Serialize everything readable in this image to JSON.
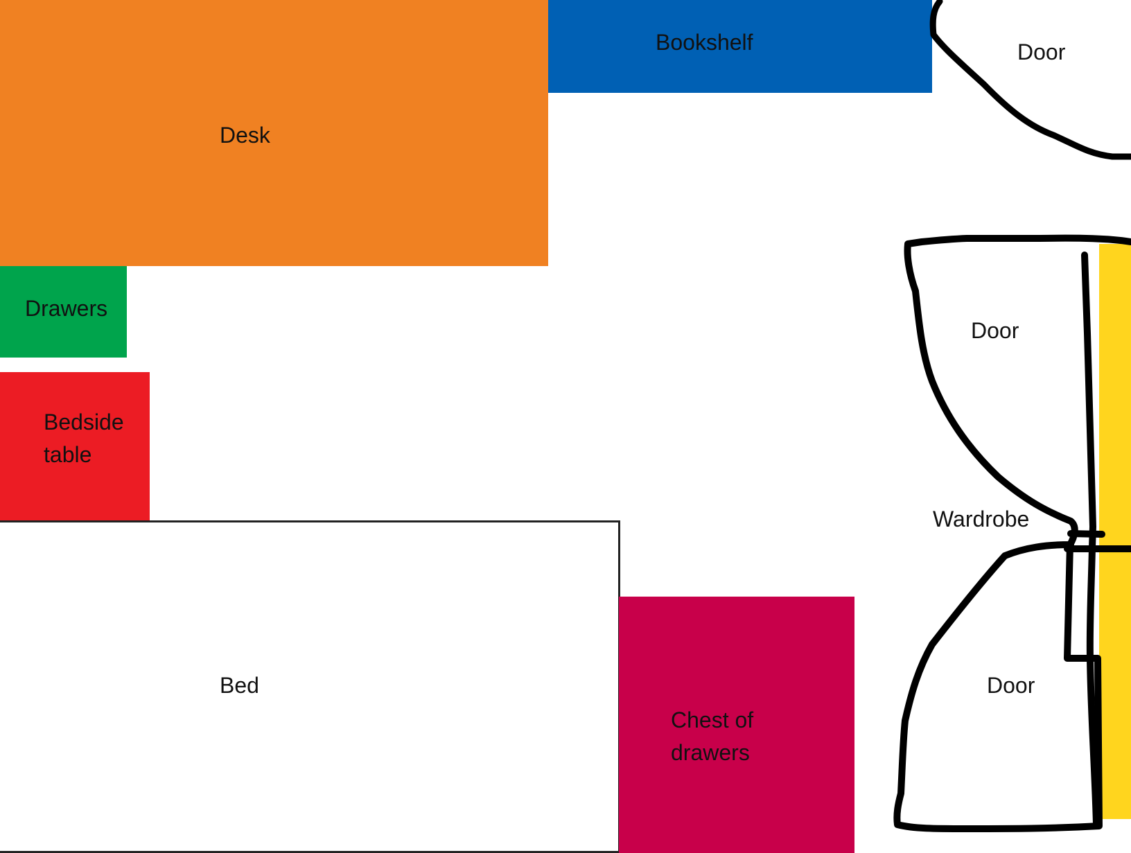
{
  "floorplan": {
    "desk": {
      "label": "Desk",
      "color": "#F08122"
    },
    "bookshelf": {
      "label": "Bookshelf",
      "color": "#0060B4"
    },
    "drawers": {
      "label": "Drawers",
      "color": "#00A44C"
    },
    "bedside_table": {
      "label_line1": "Bedside",
      "label_line2": "table",
      "color": "#EC1C24"
    },
    "bed": {
      "label": "Bed",
      "color": "#FFFFFF"
    },
    "chest_of_drawers": {
      "label_line1": "Chest of",
      "label_line2": "drawers",
      "color": "#C8004A"
    },
    "room_door": {
      "label": "Door"
    },
    "wardrobe": {
      "label": "Wardrobe",
      "color": "#FFD51E",
      "upper_door_label": "Door",
      "lower_door_label": "Door"
    }
  }
}
